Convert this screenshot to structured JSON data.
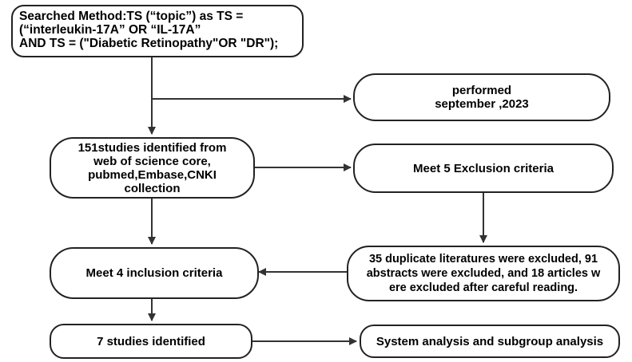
{
  "nodes": {
    "search": {
      "lines": [
        "Searched Method:TS (“topic”) as TS =",
        "(“interleukin-17A” OR “IL-17A”",
        "AND TS = (\"Diabetic Retinopathy\"OR \"DR\");"
      ]
    },
    "performed": {
      "lines": [
        "performed",
        "september ,2023"
      ]
    },
    "identified": {
      "lines": [
        "151studies identified from",
        "web of science core,",
        "pubmed,Embase,CNKI",
        "collection"
      ]
    },
    "exclusion": {
      "lines": [
        "Meet 5 Exclusion criteria"
      ]
    },
    "inclusion": {
      "lines": [
        "Meet 4 inclusion criteria"
      ]
    },
    "excluded": {
      "lines": [
        "35 duplicate literatures were excluded, 91",
        "abstracts were excluded, and 18 articles w",
        "ere excluded after careful reading."
      ]
    },
    "seven": {
      "lines": [
        "7 studies identified"
      ]
    },
    "analysis": {
      "lines": [
        "System analysis and subgroup analysis"
      ]
    }
  }
}
